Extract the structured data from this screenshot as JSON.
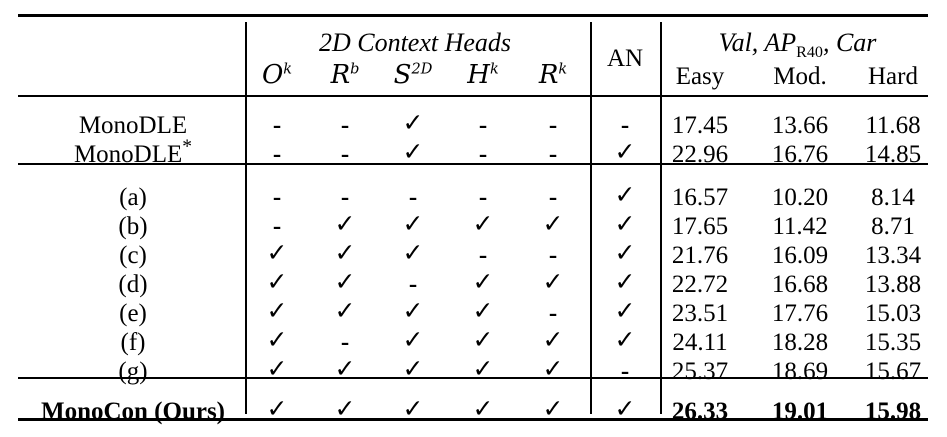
{
  "table": {
    "caption_group_2d": "2D Context Heads",
    "caption_group_val": "Val, AP",
    "caption_group_val_sub": "R40",
    "caption_group_val_tail": ", Car",
    "an_header": "AN",
    "symbol_headers": [
      {
        "base": "O",
        "sup": "k"
      },
      {
        "base": "R",
        "sup": "b"
      },
      {
        "base": "S",
        "sup": "2D"
      },
      {
        "base": "H",
        "sup": "k"
      },
      {
        "base": "R",
        "sup": "k"
      }
    ],
    "metric_headers": [
      "Easy",
      "Mod.",
      "Hard"
    ],
    "check_glyph": "✓",
    "dash_glyph": "-",
    "sections": [
      {
        "name": "baselines",
        "rows": [
          {
            "label": "MonoDLE",
            "label_star": false,
            "bold": false,
            "heads": [
              "-",
              "-",
              "✓",
              "-",
              "-"
            ],
            "an": "-",
            "metrics": [
              "17.45",
              "13.66",
              "11.68"
            ]
          },
          {
            "label": "MonoDLE",
            "label_star": true,
            "bold": false,
            "heads": [
              "-",
              "-",
              "✓",
              "-",
              "-"
            ],
            "an": "✓",
            "metrics": [
              "22.96",
              "16.76",
              "14.85"
            ]
          }
        ]
      },
      {
        "name": "ablations",
        "rows": [
          {
            "label": "(a)",
            "label_star": false,
            "bold": false,
            "heads": [
              "-",
              "-",
              "-",
              "-",
              "-"
            ],
            "an": "✓",
            "metrics": [
              "16.57",
              "10.20",
              "8.14"
            ]
          },
          {
            "label": "(b)",
            "label_star": false,
            "bold": false,
            "heads": [
              "-",
              "✓",
              "✓",
              "✓",
              "✓"
            ],
            "an": "✓",
            "metrics": [
              "17.65",
              "11.42",
              "8.71"
            ]
          },
          {
            "label": "(c)",
            "label_star": false,
            "bold": false,
            "heads": [
              "✓",
              "✓",
              "✓",
              "-",
              "-"
            ],
            "an": "✓",
            "metrics": [
              "21.76",
              "16.09",
              "13.34"
            ]
          },
          {
            "label": "(d)",
            "label_star": false,
            "bold": false,
            "heads": [
              "✓",
              "✓",
              "-",
              "✓",
              "✓"
            ],
            "an": "✓",
            "metrics": [
              "22.72",
              "16.68",
              "13.88"
            ]
          },
          {
            "label": "(e)",
            "label_star": false,
            "bold": false,
            "heads": [
              "✓",
              "✓",
              "✓",
              "✓",
              "-"
            ],
            "an": "✓",
            "metrics": [
              "23.51",
              "17.76",
              "15.03"
            ]
          },
          {
            "label": "(f)",
            "label_star": false,
            "bold": false,
            "heads": [
              "✓",
              "-",
              "✓",
              "✓",
              "✓"
            ],
            "an": "✓",
            "metrics": [
              "24.11",
              "18.28",
              "15.35"
            ]
          },
          {
            "label": "(g)",
            "label_star": false,
            "bold": false,
            "heads": [
              "✓",
              "✓",
              "✓",
              "✓",
              "✓"
            ],
            "an": "-",
            "metrics": [
              "25.37",
              "18.69",
              "15.67"
            ]
          }
        ]
      },
      {
        "name": "ours",
        "rows": [
          {
            "label": "MonoCon (Ours)",
            "label_star": false,
            "bold": true,
            "heads": [
              "✓",
              "✓",
              "✓",
              "✓",
              "✓"
            ],
            "an": "✓",
            "metrics": [
              "26.33",
              "19.01",
              "15.98"
            ]
          }
        ]
      }
    ]
  }
}
